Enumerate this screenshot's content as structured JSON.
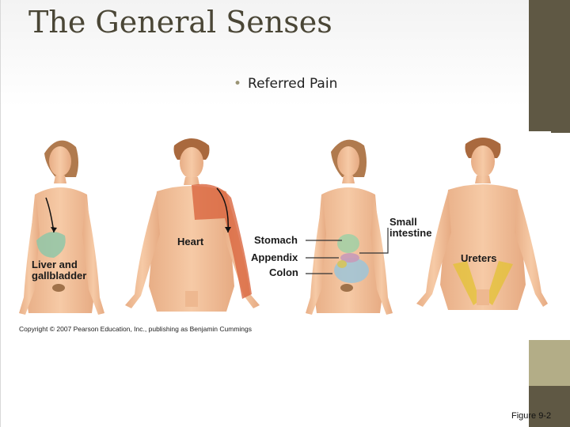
{
  "slide": {
    "title": "The General Senses",
    "bullet": "Referred Pain",
    "caption": "Figure 9-2"
  },
  "figure": {
    "labels": {
      "liver": "Liver and\ngallbladder",
      "heart": "Heart",
      "stomach": "Stomach",
      "appendix": "Appendix",
      "colon": "Colon",
      "small_intestine": "Small\nintestine",
      "ureters": "Ureters"
    },
    "copyright": "Copyright © 2007 Pearson Education, Inc., publishing as Benjamin Cummings"
  },
  "colors": {
    "sidebar_dark": "#5f5844",
    "sidebar_light": "#b3ad87",
    "skin": "#f2c09a",
    "liver_zone": "#8fc7a8",
    "heart_zone": "#d9653e",
    "stomach_zone": "#9fd0a6",
    "colon_zone": "#9cc4d8",
    "appendix_zone": "#c89ab8",
    "ureter_zone": "#e3c23a"
  }
}
